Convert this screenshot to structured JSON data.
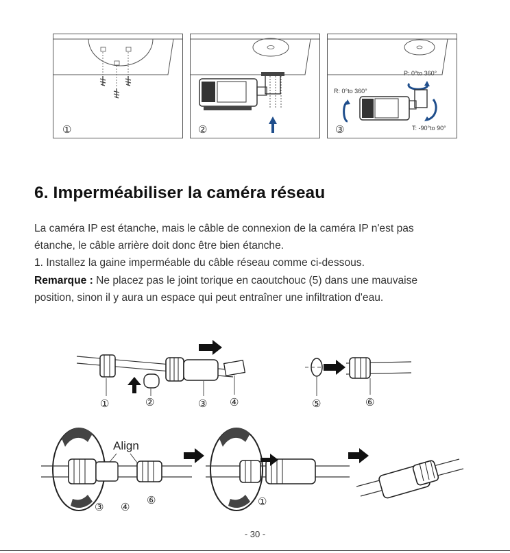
{
  "figures": {
    "panel1": {
      "step": "①"
    },
    "panel2": {
      "step": "②"
    },
    "panel3": {
      "step": "③",
      "pan_label": "P: 0°to 360°",
      "rotation_label": "R: 0°to 360°",
      "tilt_label": "T: -90°to 90°"
    }
  },
  "section": {
    "title": "6. Imperméabiliser la caméra réseau",
    "paragraph_1": "La caméra IP est étanche, mais le câble de connexion de la caméra IP n'est pas",
    "paragraph_2": "étanche, le câble arrière doit donc être bien étanche.",
    "paragraph_3": "1. Installez la gaine imperméable du câble réseau comme ci-dessous.",
    "remark_label": "Remarque :",
    "remark_1": " Ne placez pas le joint torique en caoutchouc (5) dans une mauvaise",
    "remark_2": "position, sinon il y aura un espace qui peut entraîner une infiltration d'eau."
  },
  "diagram": {
    "top_left_labels": [
      "①",
      "②",
      "③",
      "④"
    ],
    "top_right_labels": [
      "⑤",
      "⑥"
    ],
    "bottom_left_labels": [
      "③",
      "④",
      "⑥"
    ],
    "align_label": "Align",
    "bottom_middle_labels": [
      "①"
    ]
  },
  "footer": {
    "page_number": "- 30 -"
  },
  "colors": {
    "arrow_blue": "#1f4e8c",
    "line": "#333333",
    "text": "#222222"
  }
}
